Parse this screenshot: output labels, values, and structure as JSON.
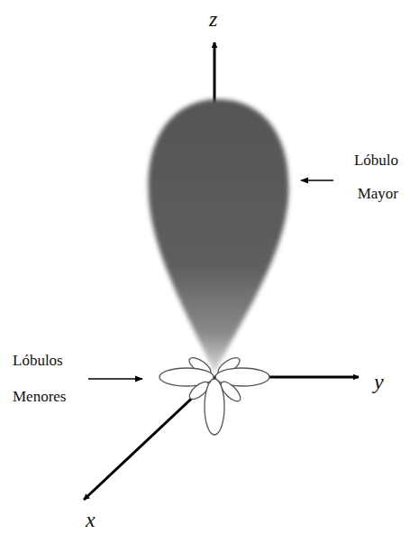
{
  "diagram": {
    "labels": [
      "z",
      "Lóbulo Mayor",
      "Lóbulos Menores",
      "y",
      "x"
    ]
  }
}
